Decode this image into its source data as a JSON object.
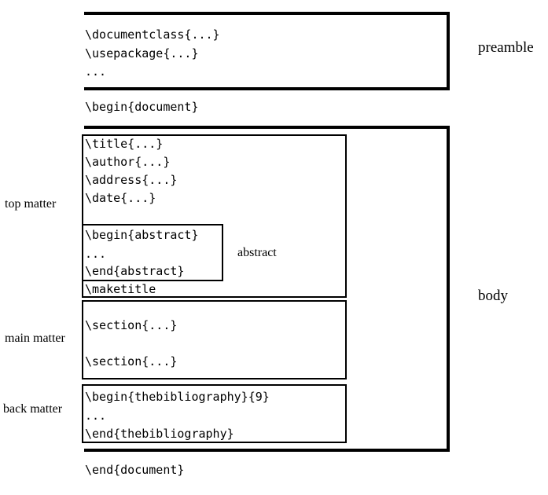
{
  "preamble": {
    "lines": [
      "\\documentclass{...}",
      "\\usepackage{...}",
      "..."
    ],
    "label": "preamble"
  },
  "begin_document": "\\begin{document}",
  "end_document": "\\end{document}",
  "body_label": "body",
  "top_matter": {
    "label": "top matter",
    "lines": [
      "\\title{...}",
      "\\author{...}",
      "\\address{...}",
      "\\date{...}"
    ],
    "abstract": {
      "lines": [
        "\\begin{abstract}",
        "...",
        "\\end{abstract}"
      ],
      "label": "abstract"
    },
    "maketitle": "\\maketitle"
  },
  "main_matter": {
    "label": "main matter",
    "lines": [
      "\\section{...}",
      "\\section{...}"
    ]
  },
  "back_matter": {
    "label": "back matter",
    "lines": [
      "\\begin{thebibliography}{9}",
      "...",
      "\\end{thebibliography}"
    ]
  }
}
